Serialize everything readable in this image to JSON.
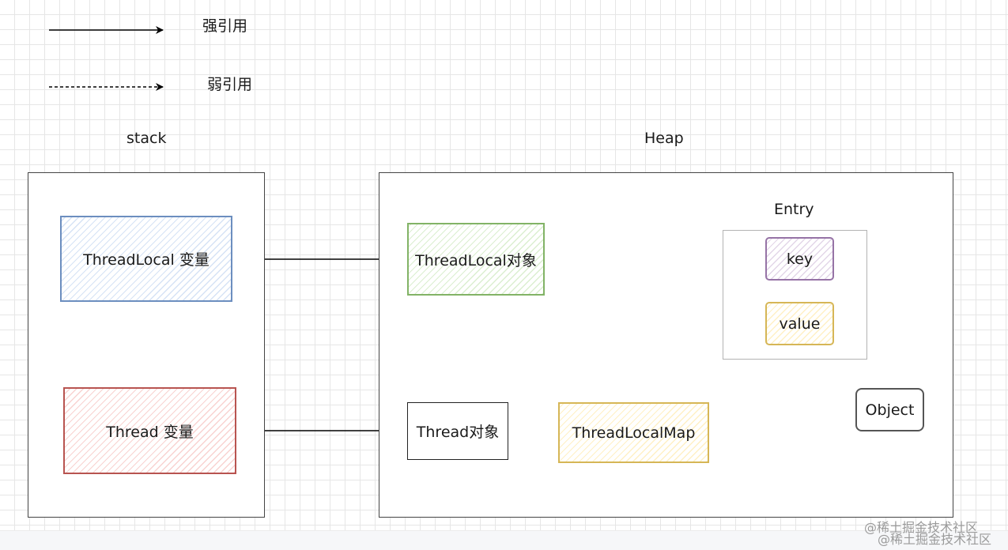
{
  "legend": {
    "strong_label": "强引用",
    "weak_label": "弱引用"
  },
  "regions": {
    "stack_label": "stack",
    "heap_label": "Heap"
  },
  "entry_label": "Entry",
  "nodes": {
    "threadlocal_var": "ThreadLocal 变量",
    "thread_var": "Thread 变量",
    "threadlocal_obj": "ThreadLocal对象",
    "thread_obj": "Thread对象",
    "threadlocalmap": "ThreadLocalMap",
    "key": "key",
    "value": "value",
    "object": "Object"
  },
  "watermark": "@稀土掘金技术社区",
  "colors": {
    "blue": "#6c8ebf",
    "green": "#82b366",
    "red": "#b85450",
    "gold": "#d6b656",
    "purple": "#9673a6",
    "arrow": "#000000"
  }
}
